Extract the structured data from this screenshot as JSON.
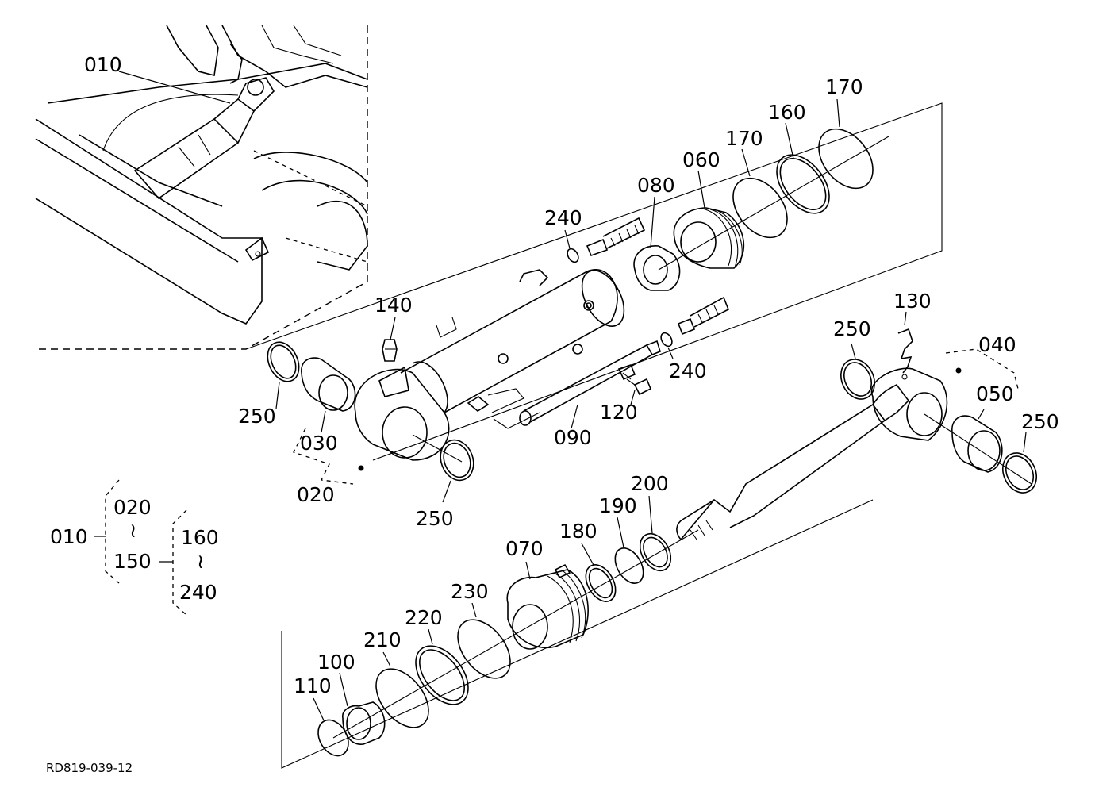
{
  "labels": {
    "l010_top": "010",
    "l170_a": "170",
    "l160_a": "160",
    "l170_b": "170",
    "l060": "060",
    "l080": "080",
    "l240_a": "240",
    "l140": "140",
    "l130": "130",
    "l250_a": "250",
    "l250_b": "250",
    "l250_c": "250",
    "l250_d": "250",
    "l040": "040",
    "l050": "050",
    "l030": "030",
    "l020": "020",
    "l240_b": "240",
    "l120": "120",
    "l090": "090",
    "l200": "200",
    "l190": "190",
    "l180": "180",
    "l070": "070",
    "l230": "230",
    "l220": "220",
    "l210": "210",
    "l100": "100",
    "l110": "110"
  },
  "legend": {
    "root": "010",
    "range1_start": "020",
    "range1_end": "150",
    "range2_start": "160",
    "range2_end": "240",
    "tilde": "≀"
  },
  "ref_code": "RD819-039-12"
}
